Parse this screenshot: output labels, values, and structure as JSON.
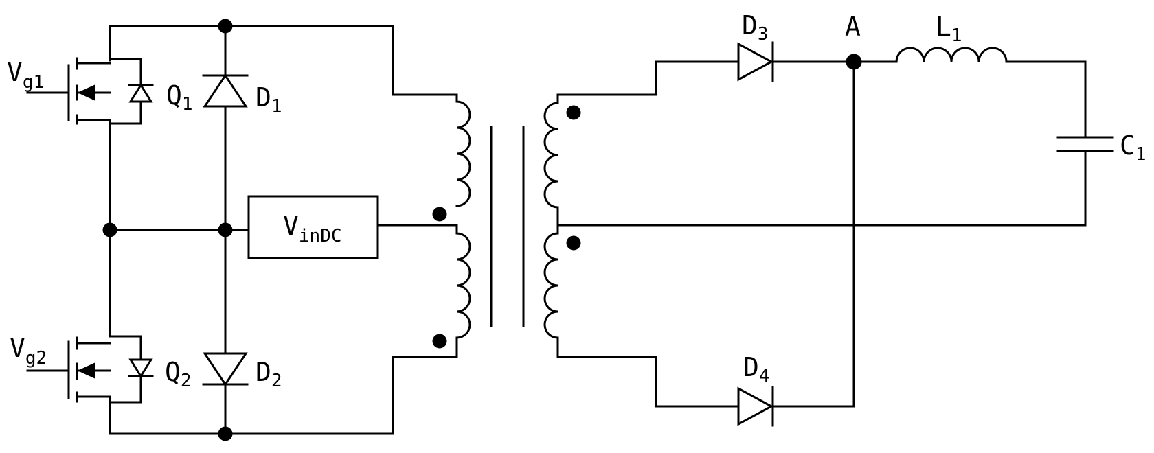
{
  "labels": {
    "vg1": "V",
    "vg1_sub": "g1",
    "vg2": "V",
    "vg2_sub": "g2",
    "q1": "Q",
    "q1_sub": "1",
    "q2": "Q",
    "q2_sub": "2",
    "d1": "D",
    "d1_sub": "1",
    "d2": "D",
    "d2_sub": "2",
    "d3": "D",
    "d3_sub": "3",
    "d4": "D",
    "d4_sub": "4",
    "vin": "V",
    "vin_sub": "inDC",
    "a": "A",
    "l1": "L",
    "l1_sub": "1",
    "c1": "C",
    "c1_sub": "1"
  }
}
